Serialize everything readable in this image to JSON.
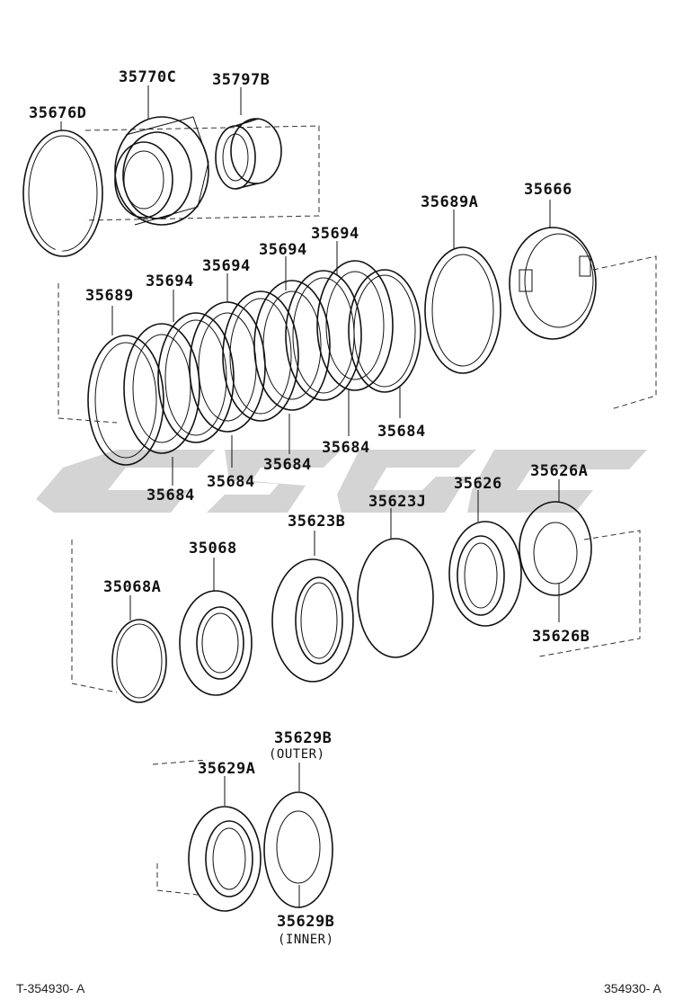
{
  "diagram": {
    "labels": {
      "p35676D": "35676D",
      "p35770C": "35770C",
      "p35797B": "35797B",
      "p35689A": "35689A",
      "p35666": "35666",
      "p35689": "35689",
      "p35694_1": "35694",
      "p35694_2": "35694",
      "p35694_3": "35694",
      "p35694_4": "35694",
      "p35684_1": "35684",
      "p35684_2": "35684",
      "p35684_3": "35684",
      "p35684_4": "35684",
      "p35684_5": "35684",
      "p35623J": "35623J",
      "p35626": "35626",
      "p35626A": "35626A",
      "p35623B": "35623B",
      "p35068": "35068",
      "p35068A": "35068A",
      "p35626B": "35626B",
      "p35629B_outer": "35629B",
      "outer_note": "(OUTER)",
      "p35629A": "35629A",
      "p35629B_inner": "35629B",
      "inner_note": "(INNER)"
    },
    "footer": {
      "left": "T-354930- A",
      "right": "354930- A"
    }
  }
}
